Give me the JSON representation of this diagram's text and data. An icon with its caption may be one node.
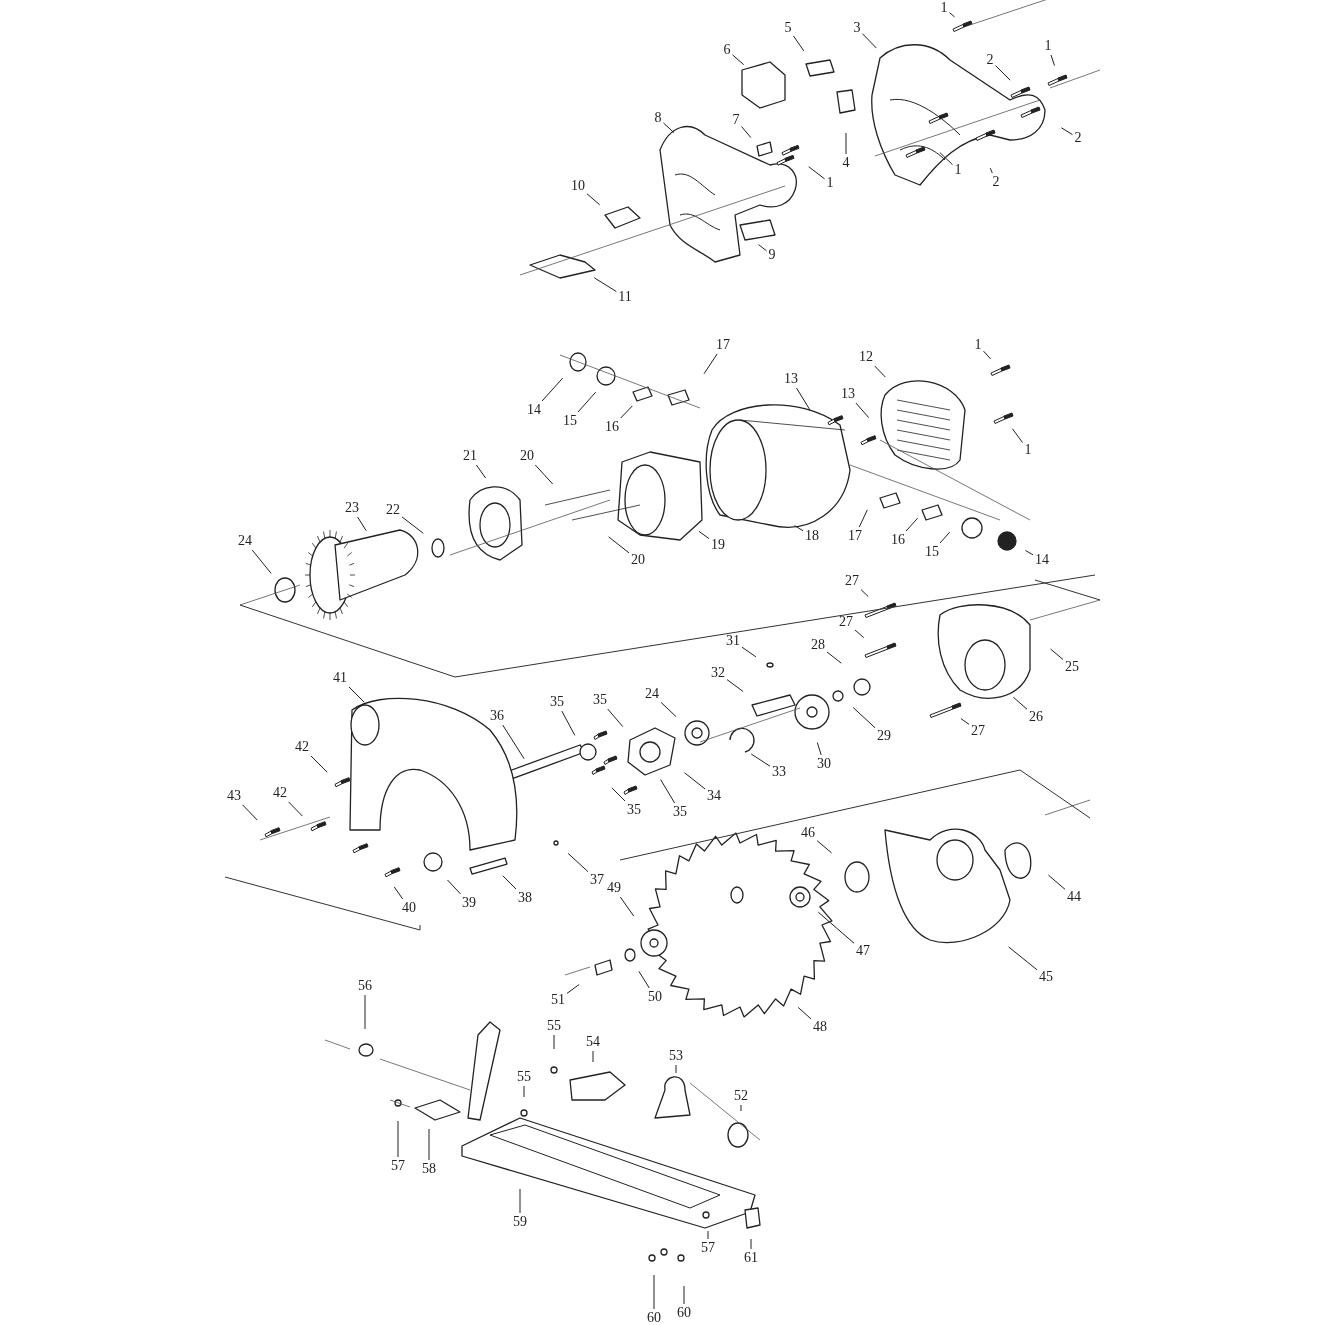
{
  "diagram": {
    "nodes": [
      {
        "text": [
          "1"
        ]
      },
      {
        "text": [
          "5"
        ]
      },
      {
        "text": [
          "3"
        ]
      },
      {
        "text": [
          "6"
        ]
      },
      {
        "text": [
          "1"
        ]
      },
      {
        "text": [
          "2"
        ]
      },
      {
        "text": [
          "8"
        ]
      },
      {
        "text": [
          "7"
        ]
      },
      {
        "text": [
          "2"
        ]
      },
      {
        "text": [
          "4"
        ]
      },
      {
        "text": [
          "1"
        ]
      },
      {
        "text": [
          "1"
        ]
      },
      {
        "text": [
          "2"
        ]
      },
      {
        "text": [
          "10"
        ]
      },
      {
        "text": [
          "9"
        ]
      },
      {
        "text": [
          "11"
        ]
      },
      {
        "text": [
          "17"
        ]
      },
      {
        "text": [
          "12"
        ]
      },
      {
        "text": [
          "1"
        ]
      },
      {
        "text": [
          "13"
        ]
      },
      {
        "text": [
          "13"
        ]
      },
      {
        "text": [
          "14"
        ]
      },
      {
        "text": [
          "15"
        ]
      },
      {
        "text": [
          "16"
        ]
      },
      {
        "text": [
          "1"
        ]
      },
      {
        "text": [
          "21"
        ]
      },
      {
        "text": [
          "20"
        ]
      },
      {
        "text": [
          "17"
        ]
      },
      {
        "text": [
          "16"
        ]
      },
      {
        "text": [
          "15"
        ]
      },
      {
        "text": [
          "14"
        ]
      },
      {
        "text": [
          "18"
        ]
      },
      {
        "text": [
          "19"
        ]
      },
      {
        "text": [
          "20"
        ]
      },
      {
        "text": [
          "23"
        ]
      },
      {
        "text": [
          "22"
        ]
      },
      {
        "text": [
          "24"
        ]
      },
      {
        "text": [
          "27"
        ]
      },
      {
        "text": [
          "27"
        ]
      },
      {
        "text": [
          "31"
        ]
      },
      {
        "text": [
          "28"
        ]
      },
      {
        "text": [
          "25"
        ]
      },
      {
        "text": [
          "32"
        ]
      },
      {
        "text": [
          "24"
        ]
      },
      {
        "text": [
          "35"
        ]
      },
      {
        "text": [
          "35"
        ]
      },
      {
        "text": [
          "29"
        ]
      },
      {
        "text": [
          "30"
        ]
      },
      {
        "text": [
          "26"
        ]
      },
      {
        "text": [
          "27"
        ]
      },
      {
        "text": [
          "41"
        ]
      },
      {
        "text": [
          "42"
        ]
      },
      {
        "text": [
          "36"
        ]
      },
      {
        "text": [
          "33"
        ]
      },
      {
        "text": [
          "34"
        ]
      },
      {
        "text": [
          "35"
        ]
      },
      {
        "text": [
          "35"
        ]
      },
      {
        "text": [
          "43"
        ]
      },
      {
        "text": [
          "42"
        ]
      },
      {
        "text": [
          "37"
        ]
      },
      {
        "text": [
          "38"
        ]
      },
      {
        "text": [
          "39"
        ]
      },
      {
        "text": [
          "40"
        ]
      },
      {
        "text": [
          "46"
        ]
      },
      {
        "text": [
          "44"
        ]
      },
      {
        "text": [
          "49"
        ]
      },
      {
        "text": [
          "47"
        ]
      },
      {
        "text": [
          "45"
        ]
      },
      {
        "text": [
          "51"
        ]
      },
      {
        "text": [
          "50"
        ]
      },
      {
        "text": [
          "48"
        ]
      },
      {
        "text": [
          "56"
        ]
      },
      {
        "text": [
          "55"
        ]
      },
      {
        "text": [
          "54"
        ]
      },
      {
        "text": [
          "53"
        ]
      },
      {
        "text": [
          "55"
        ]
      },
      {
        "text": [
          "52"
        ]
      },
      {
        "text": [
          "57"
        ]
      },
      {
        "text": [
          "58"
        ]
      },
      {
        "text": [
          "59"
        ]
      },
      {
        "text": [
          "57"
        ]
      },
      {
        "text": [
          "61"
        ]
      },
      {
        "text": [
          "60"
        ]
      },
      {
        "text": [
          "60"
        ]
      }
    ],
    "edges": [
      {
        "from": 0,
        "to": null,
        "arrow": "none"
      },
      {
        "from": 1,
        "to": null,
        "arrow": "none"
      },
      {
        "from": 2,
        "to": null,
        "arrow": "none"
      },
      {
        "from": 3,
        "to": null,
        "arrow": "none"
      },
      {
        "from": 4,
        "to": null,
        "arrow": "none"
      },
      {
        "from": 5,
        "to": null,
        "arrow": "none"
      },
      {
        "from": 6,
        "to": null,
        "arrow": "none"
      },
      {
        "from": 7,
        "to": null,
        "arrow": "none"
      },
      {
        "from": 8,
        "to": null,
        "arrow": "none"
      },
      {
        "from": 9,
        "to": null,
        "arrow": "none"
      },
      {
        "from": 10,
        "to": null,
        "arrow": "none"
      },
      {
        "from": 11,
        "to": null,
        "arrow": "none"
      },
      {
        "from": 12,
        "to": null,
        "arrow": "none"
      },
      {
        "from": 13,
        "to": null,
        "arrow": "none"
      },
      {
        "from": 14,
        "to": null,
        "arrow": "none"
      },
      {
        "from": 15,
        "to": null,
        "arrow": "none"
      },
      {
        "from": 16,
        "to": null,
        "arrow": "none"
      },
      {
        "from": 17,
        "to": null,
        "arrow": "none"
      },
      {
        "from": 18,
        "to": null,
        "arrow": "none"
      },
      {
        "from": 19,
        "to": null,
        "arrow": "none"
      },
      {
        "from": 20,
        "to": null,
        "arrow": "none"
      },
      {
        "from": 21,
        "to": null,
        "arrow": "none"
      },
      {
        "from": 22,
        "to": null,
        "arrow": "none"
      },
      {
        "from": 23,
        "to": null,
        "arrow": "none"
      },
      {
        "from": 24,
        "to": null,
        "arrow": "none"
      },
      {
        "from": 25,
        "to": null,
        "arrow": "none"
      },
      {
        "from": 26,
        "to": null,
        "arrow": "none"
      },
      {
        "from": 27,
        "to": null,
        "arrow": "none"
      },
      {
        "from": 28,
        "to": null,
        "arrow": "none"
      },
      {
        "from": 29,
        "to": null,
        "arrow": "none"
      },
      {
        "from": 30,
        "to": null,
        "arrow": "none"
      },
      {
        "from": 31,
        "to": null,
        "arrow": "none"
      },
      {
        "from": 32,
        "to": null,
        "arrow": "none"
      },
      {
        "from": 33,
        "to": null,
        "arrow": "none"
      },
      {
        "from": 34,
        "to": null,
        "arrow": "none"
      },
      {
        "from": 35,
        "to": null,
        "arrow": "none"
      },
      {
        "from": 36,
        "to": null,
        "arrow": "none"
      },
      {
        "from": 37,
        "to": null,
        "arrow": "none"
      },
      {
        "from": 38,
        "to": null,
        "arrow": "none"
      },
      {
        "from": 39,
        "to": null,
        "arrow": "none"
      },
      {
        "from": 40,
        "to": null,
        "arrow": "none"
      },
      {
        "from": 41,
        "to": null,
        "arrow": "none"
      },
      {
        "from": 42,
        "to": null,
        "arrow": "none"
      },
      {
        "from": 43,
        "to": null,
        "arrow": "none"
      },
      {
        "from": 44,
        "to": null,
        "arrow": "none"
      },
      {
        "from": 45,
        "to": null,
        "arrow": "none"
      },
      {
        "from": 46,
        "to": null,
        "arrow": "none"
      },
      {
        "from": 47,
        "to": null,
        "arrow": "none"
      },
      {
        "from": 48,
        "to": null,
        "arrow": "none"
      },
      {
        "from": 49,
        "to": null,
        "arrow": "none"
      },
      {
        "from": 50,
        "to": null,
        "arrow": "none"
      },
      {
        "from": 51,
        "to": null,
        "arrow": "none"
      },
      {
        "from": 52,
        "to": null,
        "arrow": "none"
      },
      {
        "from": 53,
        "to": null,
        "arrow": "none"
      },
      {
        "from": 54,
        "to": null,
        "arrow": "none"
      },
      {
        "from": 55,
        "to": null,
        "arrow": "none"
      },
      {
        "from": 56,
        "to": null,
        "arrow": "none"
      },
      {
        "from": 57,
        "to": null,
        "arrow": "none"
      },
      {
        "from": 58,
        "to": null,
        "arrow": "none"
      },
      {
        "from": 59,
        "to": null,
        "arrow": "none"
      },
      {
        "from": 60,
        "to": null,
        "arrow": "none"
      },
      {
        "from": 61,
        "to": null,
        "arrow": "none"
      },
      {
        "from": 62,
        "to": null,
        "arrow": "none"
      },
      {
        "from": 63,
        "to": null,
        "arrow": "none"
      },
      {
        "from": 64,
        "to": null,
        "arrow": "none"
      },
      {
        "from": 65,
        "to": null,
        "arrow": "none"
      },
      {
        "from": 66,
        "to": null,
        "arrow": "none"
      },
      {
        "from": 67,
        "to": null,
        "arrow": "none"
      },
      {
        "from": 68,
        "to": null,
        "arrow": "none"
      },
      {
        "from": 69,
        "to": null,
        "arrow": "none"
      },
      {
        "from": 70,
        "to": null,
        "arrow": "none"
      },
      {
        "from": 71,
        "to": null,
        "arrow": "none"
      },
      {
        "from": 72,
        "to": null,
        "arrow": "none"
      },
      {
        "from": 73,
        "to": null,
        "arrow": "none"
      },
      {
        "from": 74,
        "to": null,
        "arrow": "none"
      },
      {
        "from": 75,
        "to": null,
        "arrow": "none"
      },
      {
        "from": 76,
        "to": null,
        "arrow": "none"
      },
      {
        "from": 77,
        "to": null,
        "arrow": "none"
      },
      {
        "from": 78,
        "to": null,
        "arrow": "none"
      },
      {
        "from": 79,
        "to": null,
        "arrow": "none"
      },
      {
        "from": 80,
        "to": null,
        "arrow": "none"
      },
      {
        "from": 81,
        "to": null,
        "arrow": "none"
      },
      {
        "from": 82,
        "to": null,
        "arrow": "none"
      },
      {
        "from": 83,
        "to": null,
        "arrow": "none"
      }
    ]
  }
}
